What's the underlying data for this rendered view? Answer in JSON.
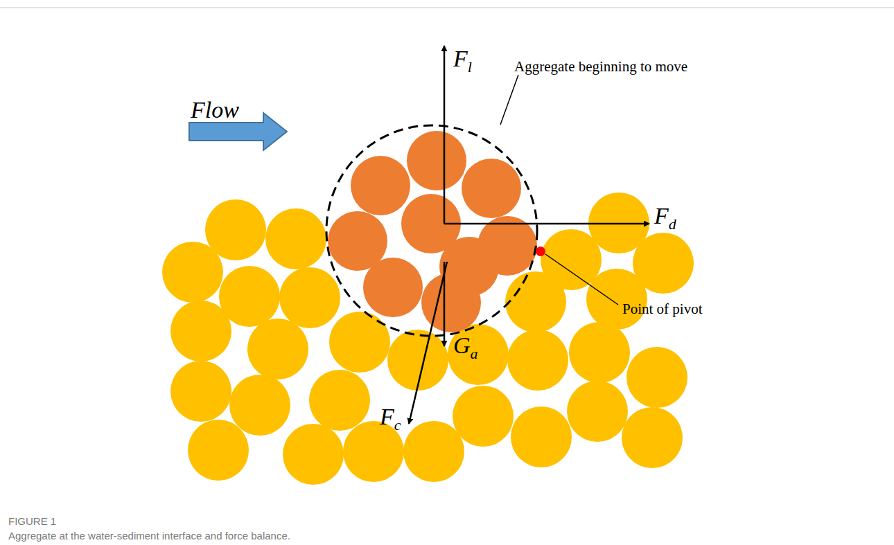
{
  "diagram": {
    "title": "FIGURE 1",
    "caption": "Aggregate at the water-sediment interface and force balance.",
    "labels": [
      "Flow",
      "Fl",
      "Fd",
      "Ga",
      "Fc",
      "Aggregate beginning to move",
      "Point of pivot"
    ]
  }
}
